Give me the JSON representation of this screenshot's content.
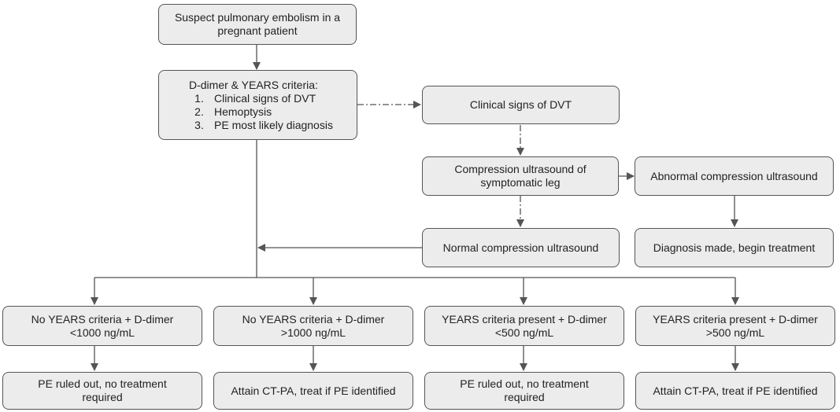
{
  "nodes": {
    "start": "Suspect pulmonary embolism in a\npregnant patient",
    "criteria_title": "D-dimer & YEARS criteria:",
    "criteria_items": [
      {
        "num": "1.",
        "text": "Clinical signs of DVT"
      },
      {
        "num": "2.",
        "text": "Hemoptysis"
      },
      {
        "num": "3.",
        "text": "PE most likely diagnosis"
      }
    ],
    "dvt_signs": "Clinical signs of DVT",
    "compression_us": "Compression ultrasound of\nsymptomatic leg",
    "abnormal_us": "Abnormal compression ultrasound",
    "normal_us": "Normal compression ultrasound",
    "diagnosis_made": "Diagnosis made, begin treatment",
    "no_years_lt1000": "No YEARS criteria + D-dimer\n<1000 ng/mL",
    "no_years_gt1000": "No YEARS criteria + D-dimer\n>1000 ng/mL",
    "years_lt500": "YEARS criteria present + D-dimer\n<500 ng/mL",
    "years_gt500": "YEARS criteria present + D-dimer\n>500 ng/mL",
    "ruled_out_1": "PE ruled out, no treatment\nrequired",
    "ctpa_1": "Attain CT-PA, treat if PE identified",
    "ruled_out_2": "PE ruled out, no treatment\nrequired",
    "ctpa_2": "Attain CT-PA, treat if PE identified"
  },
  "colors": {
    "node_fill": "#ececec",
    "node_border": "#555555",
    "edge": "#555555"
  }
}
